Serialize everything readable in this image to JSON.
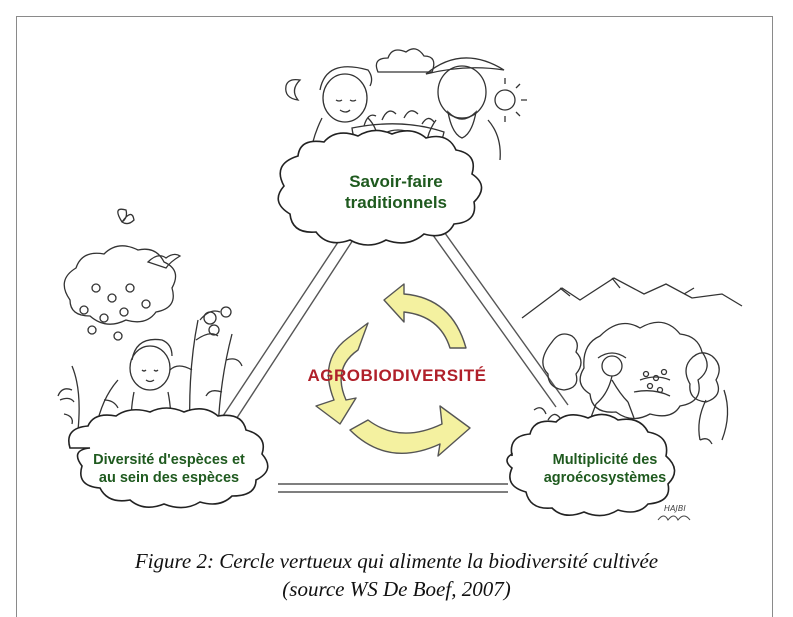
{
  "diagram": {
    "top_node": {
      "line1": "Savoir-faire",
      "line2": "traditionnels"
    },
    "left_node": {
      "line1": "Diversité d'espèces et",
      "line2": "au sein des espèces"
    },
    "right_node": {
      "line1": "Multiplicité des",
      "line2": "agroécosystèmes"
    },
    "center_label": "AGROBIODIVERSITÉ",
    "signature": "HAJBI",
    "colors": {
      "node_text": "#1f5a1f",
      "center_text": "#b0202a",
      "arrows": "#f4f1a0"
    }
  },
  "caption": {
    "line1": "Figure 2: Cercle vertueux qui alimente la biodiversité cultivée",
    "line2": "(source WS De Boef, 2007)"
  }
}
